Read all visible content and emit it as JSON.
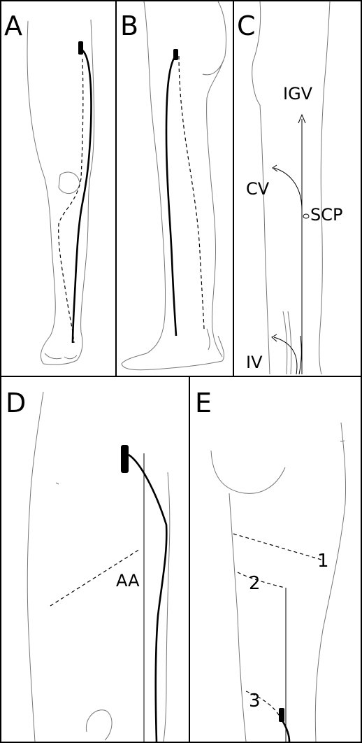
{
  "panels": {
    "a": {
      "letter": "A"
    },
    "b": {
      "letter": "B"
    },
    "c": {
      "letter": "C",
      "labels": {
        "igv": "IGV",
        "cv": "CV",
        "scp": "SCP",
        "iv": "IV"
      }
    },
    "d": {
      "letter": "D",
      "labels": {
        "aa": "AA"
      }
    },
    "e": {
      "letter": "E",
      "labels": {
        "one": "1",
        "two": "2",
        "three": "3"
      }
    }
  }
}
